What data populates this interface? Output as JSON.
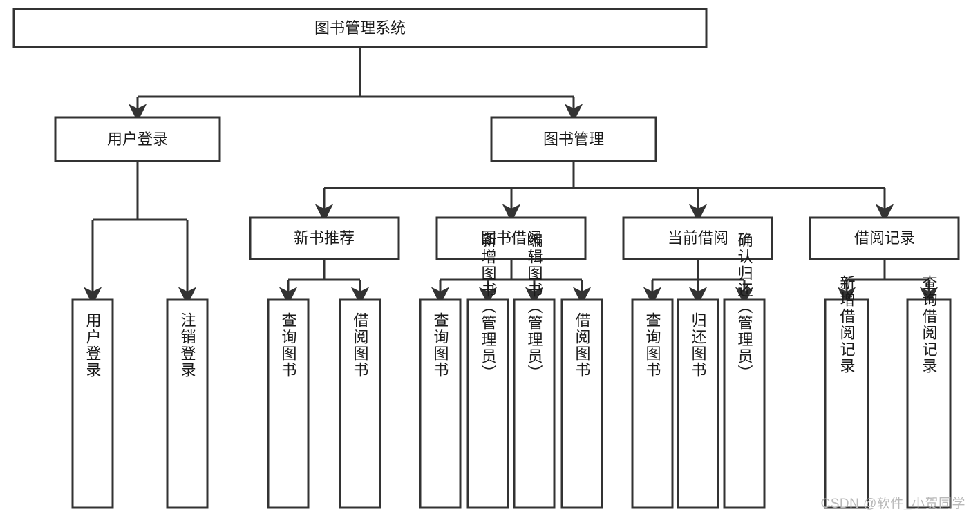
{
  "diagram": {
    "type": "tree-hierarchy",
    "title": "图书管理系统",
    "watermark": "CSDN @软件_小贺同学",
    "colors": {
      "stroke": "#333333",
      "fill": "#ffffff",
      "text": "#1a1a1a",
      "watermark": "#b9b9b9",
      "background": "#ffffff"
    },
    "levels": {
      "root": {
        "label": "图书管理系统"
      },
      "level2": [
        {
          "label": "用户登录"
        },
        {
          "label": "图书管理"
        }
      ],
      "level3": [
        {
          "label": "新书推荐",
          "parent": "图书管理"
        },
        {
          "label": "图书借阅",
          "parent": "图书管理"
        },
        {
          "label": "当前借阅",
          "parent": "图书管理"
        },
        {
          "label": "借阅记录",
          "parent": "图书管理"
        }
      ],
      "leaves": [
        {
          "label": "用户登录",
          "parent": "用户登录"
        },
        {
          "label": "注销登录",
          "parent": "用户登录"
        },
        {
          "label": "查询图书",
          "parent": "新书推荐"
        },
        {
          "label": "借阅图书",
          "parent": "新书推荐"
        },
        {
          "label": "查询图书",
          "parent": "图书借阅"
        },
        {
          "label": "新增图书（管理员）",
          "parent": "图书借阅"
        },
        {
          "label": "编辑图书（管理员）",
          "parent": "图书借阅"
        },
        {
          "label": "借阅图书",
          "parent": "图书借阅"
        },
        {
          "label": "查询图书",
          "parent": "当前借阅"
        },
        {
          "label": "归还图书",
          "parent": "当前借阅"
        },
        {
          "label": "确认归还（管理员）",
          "parent": "当前借阅"
        },
        {
          "label": "新增借阅记录",
          "parent": "借阅记录"
        },
        {
          "label": "查询借阅记录",
          "parent": "借阅记录"
        }
      ]
    }
  }
}
